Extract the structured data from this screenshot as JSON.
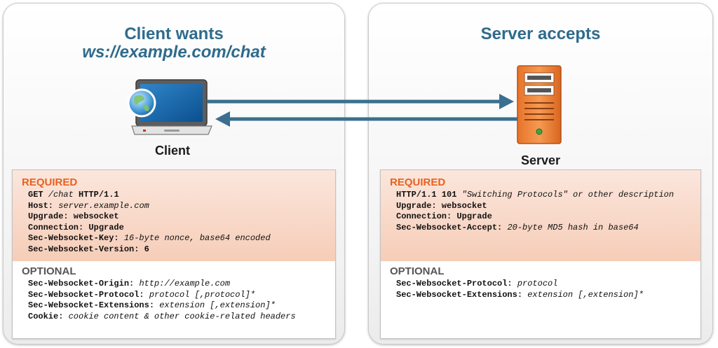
{
  "client": {
    "title": "Client wants",
    "url": "ws://example.com/chat",
    "label": "Client",
    "required_title": "REQUIRED",
    "required": [
      {
        "key": "GET ",
        "value": "/chat",
        "tail": " HTTP/1.1"
      },
      {
        "key": "Host: ",
        "value": "server.example.com",
        "tail": ""
      },
      {
        "key": "Upgrade: websocket",
        "value": "",
        "tail": ""
      },
      {
        "key": "Connection: Upgrade",
        "value": "",
        "tail": ""
      },
      {
        "key": "Sec-Websocket-Key: ",
        "value": "16-byte nonce, base64 encoded",
        "tail": ""
      },
      {
        "key": "Sec-Websocket-Version: 6",
        "value": "",
        "tail": ""
      }
    ],
    "optional_title": "OPTIONAL",
    "optional": [
      {
        "key": "Sec-Websocket-Origin: ",
        "value": "http://example.com",
        "tail": ""
      },
      {
        "key": "Sec-Websocket-Protocol: ",
        "value": "protocol [,protocol]*",
        "tail": ""
      },
      {
        "key": "Sec-Websocket-Extensions: ",
        "value": "extension [,extension]*",
        "tail": ""
      },
      {
        "key": "Cookie: ",
        "value": "cookie content & other cookie-related headers",
        "tail": ""
      }
    ]
  },
  "server": {
    "title": "Server accepts",
    "label": "Server",
    "required_title": "REQUIRED",
    "required": [
      {
        "key": "HTTP/1.1 101 ",
        "value": "\"Switching Protocols\" or other description",
        "tail": ""
      },
      {
        "key": "Upgrade: websocket",
        "value": "",
        "tail": ""
      },
      {
        "key": "Connection: Upgrade",
        "value": "",
        "tail": ""
      },
      {
        "key": "Sec-Websocket-Accept: ",
        "value": "20-byte MD5 hash in base64",
        "tail": ""
      }
    ],
    "optional_title": "OPTIONAL",
    "optional": [
      {
        "key": "Sec-Websocket-Protocol: ",
        "value": "protocol",
        "tail": ""
      },
      {
        "key": "Sec-Websocket-Extensions: ",
        "value": "extension [,extension]*",
        "tail": ""
      }
    ]
  },
  "colors": {
    "title": "#2f6b8c",
    "arrow": "#3a6f8f",
    "required_label": "#e8611f",
    "server_orange": "#f08a3a"
  }
}
